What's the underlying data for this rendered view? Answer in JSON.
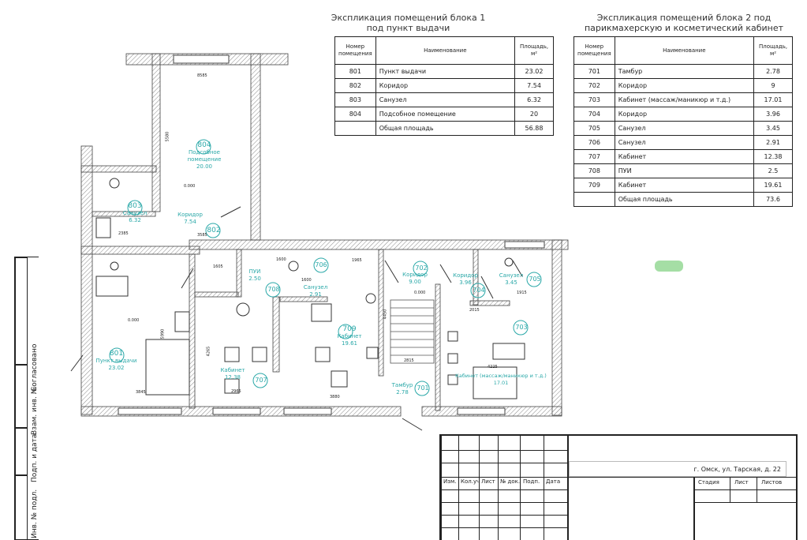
{
  "table1": {
    "title": "Экспликация  помещений блока 1 под пункт выдачи",
    "headers": [
      "Номер помещения",
      "Наименование",
      "Площадь, м²"
    ],
    "rows": [
      {
        "num": "801",
        "name": "Пункт выдачи",
        "area": "23.02"
      },
      {
        "num": "802",
        "name": "Коридор",
        "area": "7.54"
      },
      {
        "num": "803",
        "name": "Санузел",
        "area": "6.32"
      },
      {
        "num": "804",
        "name": "Подсобное помещение",
        "area": "20"
      }
    ],
    "total_label": "Общая площадь",
    "total": "56.88"
  },
  "table2": {
    "title": "Экспликация  помещений блока 2 под парикмахерскую и косметический кабинет",
    "headers": [
      "Номер помещения",
      "Наименование",
      "Площадь, м²"
    ],
    "rows": [
      {
        "num": "701",
        "name": "Тамбур",
        "area": "2.78"
      },
      {
        "num": "702",
        "name": "Коридор",
        "area": "9"
      },
      {
        "num": "703",
        "name": "Кабинет (массаж/маникюр и т.д.)",
        "area": "17.01"
      },
      {
        "num": "704",
        "name": "Коридор",
        "area": "3.96"
      },
      {
        "num": "705",
        "name": "Санузел",
        "area": "3.45"
      },
      {
        "num": "706",
        "name": "Санузел",
        "area": "2.91"
      },
      {
        "num": "707",
        "name": "Кабинет",
        "area": "12.38"
      },
      {
        "num": "708",
        "name": "ПУИ",
        "area": "2.5"
      },
      {
        "num": "709",
        "name": "Кабинет",
        "area": "19.61"
      }
    ],
    "total_label": "Общая площадь",
    "total": "73.6"
  },
  "rooms": [
    {
      "num": "804",
      "name": "Подсобное помещение",
      "area": "20.00"
    },
    {
      "num": "803",
      "name": "Санузел",
      "area": "6.32"
    },
    {
      "num": "802",
      "name": "Коридор",
      "area": "7.54"
    },
    {
      "num": "801",
      "name": "Пункт выдачи",
      "area": "23.02"
    },
    {
      "num": "708",
      "name": "ПУИ",
      "area": "2.50"
    },
    {
      "num": "706",
      "name": "Санузел",
      "area": "2.91"
    },
    {
      "num": "702",
      "name": "Коридор",
      "area": "9.00"
    },
    {
      "num": "704",
      "name": "Коридор",
      "area": "3.96"
    },
    {
      "num": "705",
      "name": "Санузел",
      "area": "3.45"
    },
    {
      "num": "709",
      "name": "Кабинет",
      "area": "19.61"
    },
    {
      "num": "707",
      "name": "Кабинет",
      "area": "12.38"
    },
    {
      "num": "701",
      "name": "Тамбур",
      "area": "2.78"
    },
    {
      "num": "703",
      "name": "Кабинет (массаж/маникюр и т.д.)",
      "area": "17.01"
    }
  ],
  "dims": [
    "8585",
    "5580",
    "2385",
    "3585",
    "1605",
    "1600",
    "1600",
    "1965",
    "5990",
    "3845",
    "4265",
    "2965",
    "3880",
    "2815",
    "4225",
    "1915",
    "2015",
    "4450",
    "0.000",
    "0.000",
    "0.000"
  ],
  "address": "г. Омск, ул. Тарская, д. 22",
  "stamp": {
    "cols": [
      "Изм.",
      "Кол.уч",
      "Лист",
      "№ док.",
      "Подп.",
      "Дата"
    ],
    "stage": "Стадия",
    "sheet": "Лист",
    "sheets": "Листов"
  },
  "side": {
    "agreed": "Согласовано",
    "replace": "Взам. инв. №",
    "signdate": "Подп. и дата",
    "inv": "Инв. № подл."
  },
  "colors": {
    "teal": "#2aa8a8",
    "wall": "#555",
    "hatch": "#999"
  }
}
